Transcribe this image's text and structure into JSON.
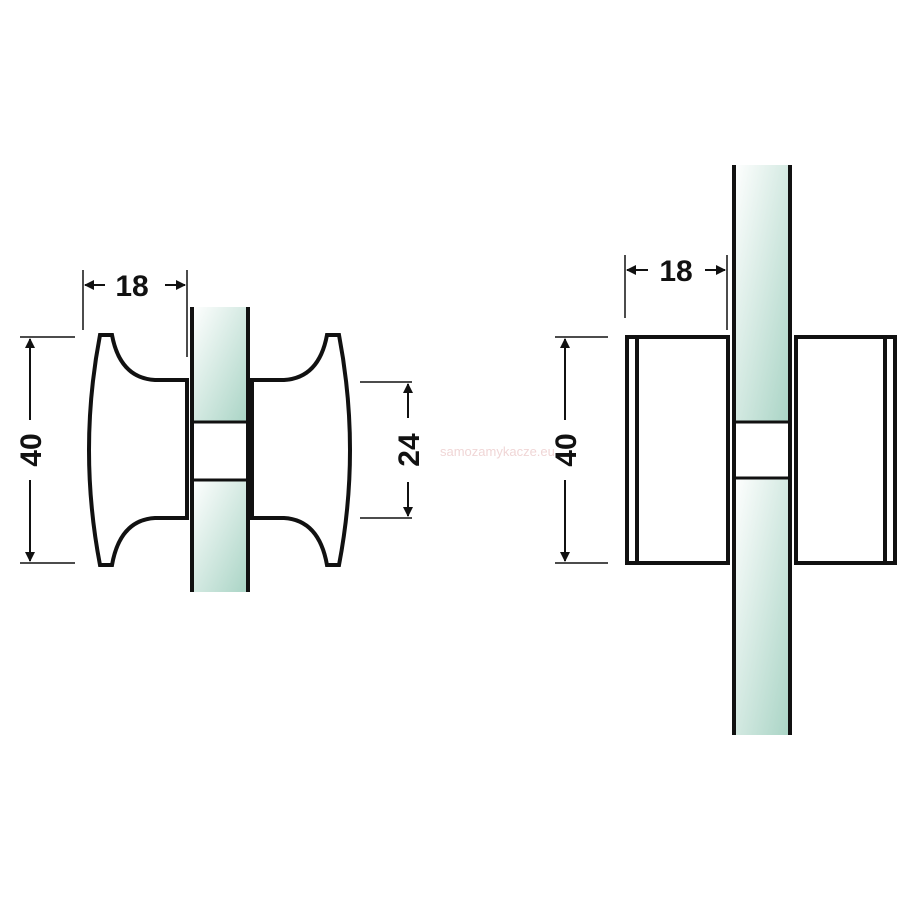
{
  "left_knob": {
    "width_label": "18",
    "height_label": "40",
    "neck_label": "24"
  },
  "right_knob": {
    "width_label": "18",
    "height_label": "40"
  },
  "watermark": "samozamykacze.eu",
  "colors": {
    "glass": "#cfe8df",
    "line": "#111111"
  }
}
